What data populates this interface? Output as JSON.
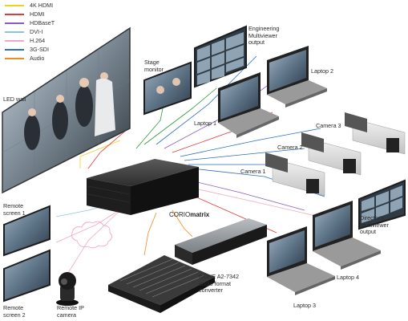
{
  "legend": [
    {
      "label": "4K HDMI",
      "color": "#f0d020"
    },
    {
      "label": "HDMI",
      "color": "#e03a3a"
    },
    {
      "label": "HDBaseT",
      "color": "#8a5bc2"
    },
    {
      "label": "DVI-I",
      "color": "#8fc4e0"
    },
    {
      "label": "H.264",
      "color": "#f2a9c4"
    },
    {
      "label": "3G-SDI",
      "color": "#2a6fc0"
    },
    {
      "label": "Audio",
      "color": "#f08c1e"
    }
  ],
  "labels": {
    "led_wall": "LED wall",
    "stage_monitor": "Stage\nmonitor",
    "engineering_mv": "Engineering\nMultiviewer\noutput",
    "laptop1": "Laptop 1",
    "laptop2": "Laptop 2",
    "laptop3": "Laptop 3",
    "laptop4": "Laptop 4",
    "camera1": "Camera 1",
    "camera2": "Camera 2",
    "camera3": "Camera 3",
    "remote_screen1": "Remote\nscreen 1",
    "remote_screen2": "Remote\nscreen 2",
    "remote_ip_camera": "Remote IP\ncamera",
    "directors_mv": "Director's\nMultiviewer\noutput",
    "audio_converter": "tvONE A2-7342\naudio format\nconverter",
    "corio_prefix": "CORIO",
    "corio_suffix": "matrix"
  }
}
